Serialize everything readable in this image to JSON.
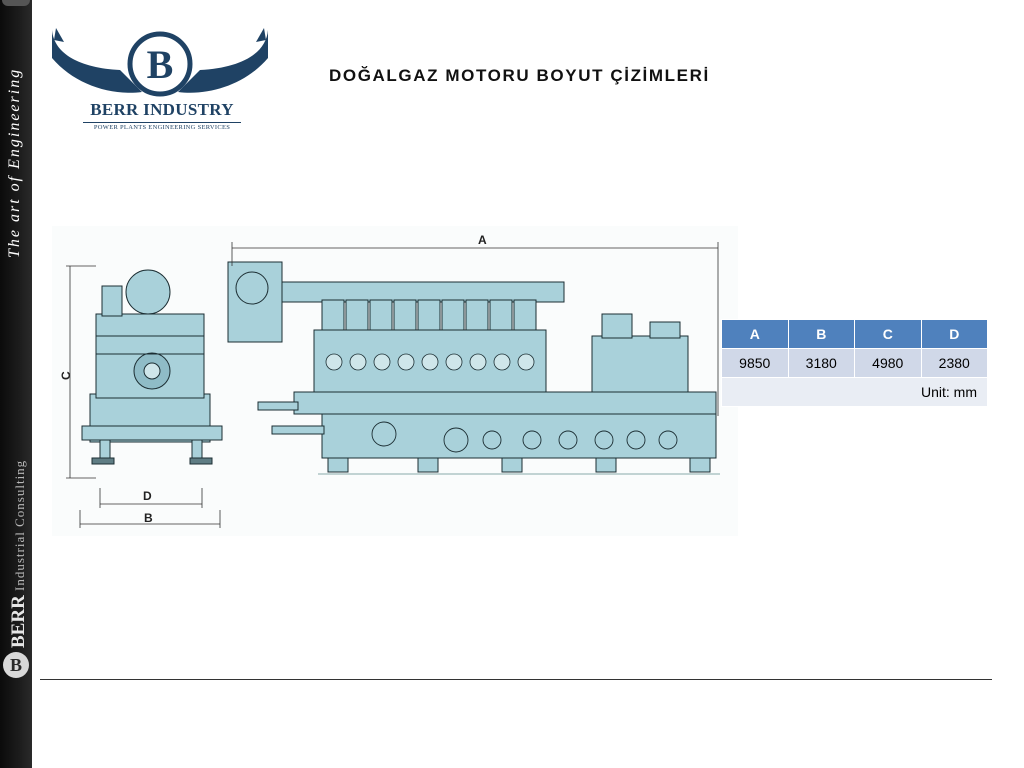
{
  "sidebar": {
    "tagline": "The art of Engineering",
    "company_bold": "BERR",
    "company_rest": " Industrial Consulting",
    "logo_letter": "B"
  },
  "logo": {
    "letter": "B",
    "name": "BERR INDUSTRY",
    "subtitle": "POWER PLANTS ENGINEERING SERVICES",
    "color": "#1f4264"
  },
  "page": {
    "title": "DOĞALGAZ MOTORU BOYUT ÇİZİMLERİ"
  },
  "drawing": {
    "labels": {
      "a": "A",
      "b": "B",
      "c": "C",
      "d": "D"
    },
    "fill_color": "#a9d1da",
    "line_color": "#1c2e33"
  },
  "dimensions_table": {
    "headers": [
      "A",
      "B",
      "C",
      "D"
    ],
    "values": [
      "9850",
      "3180",
      "4980",
      "2380"
    ],
    "unit_note": "Unit: mm",
    "header_color": "#4f81bd",
    "row_color": "#d0d8e8"
  }
}
